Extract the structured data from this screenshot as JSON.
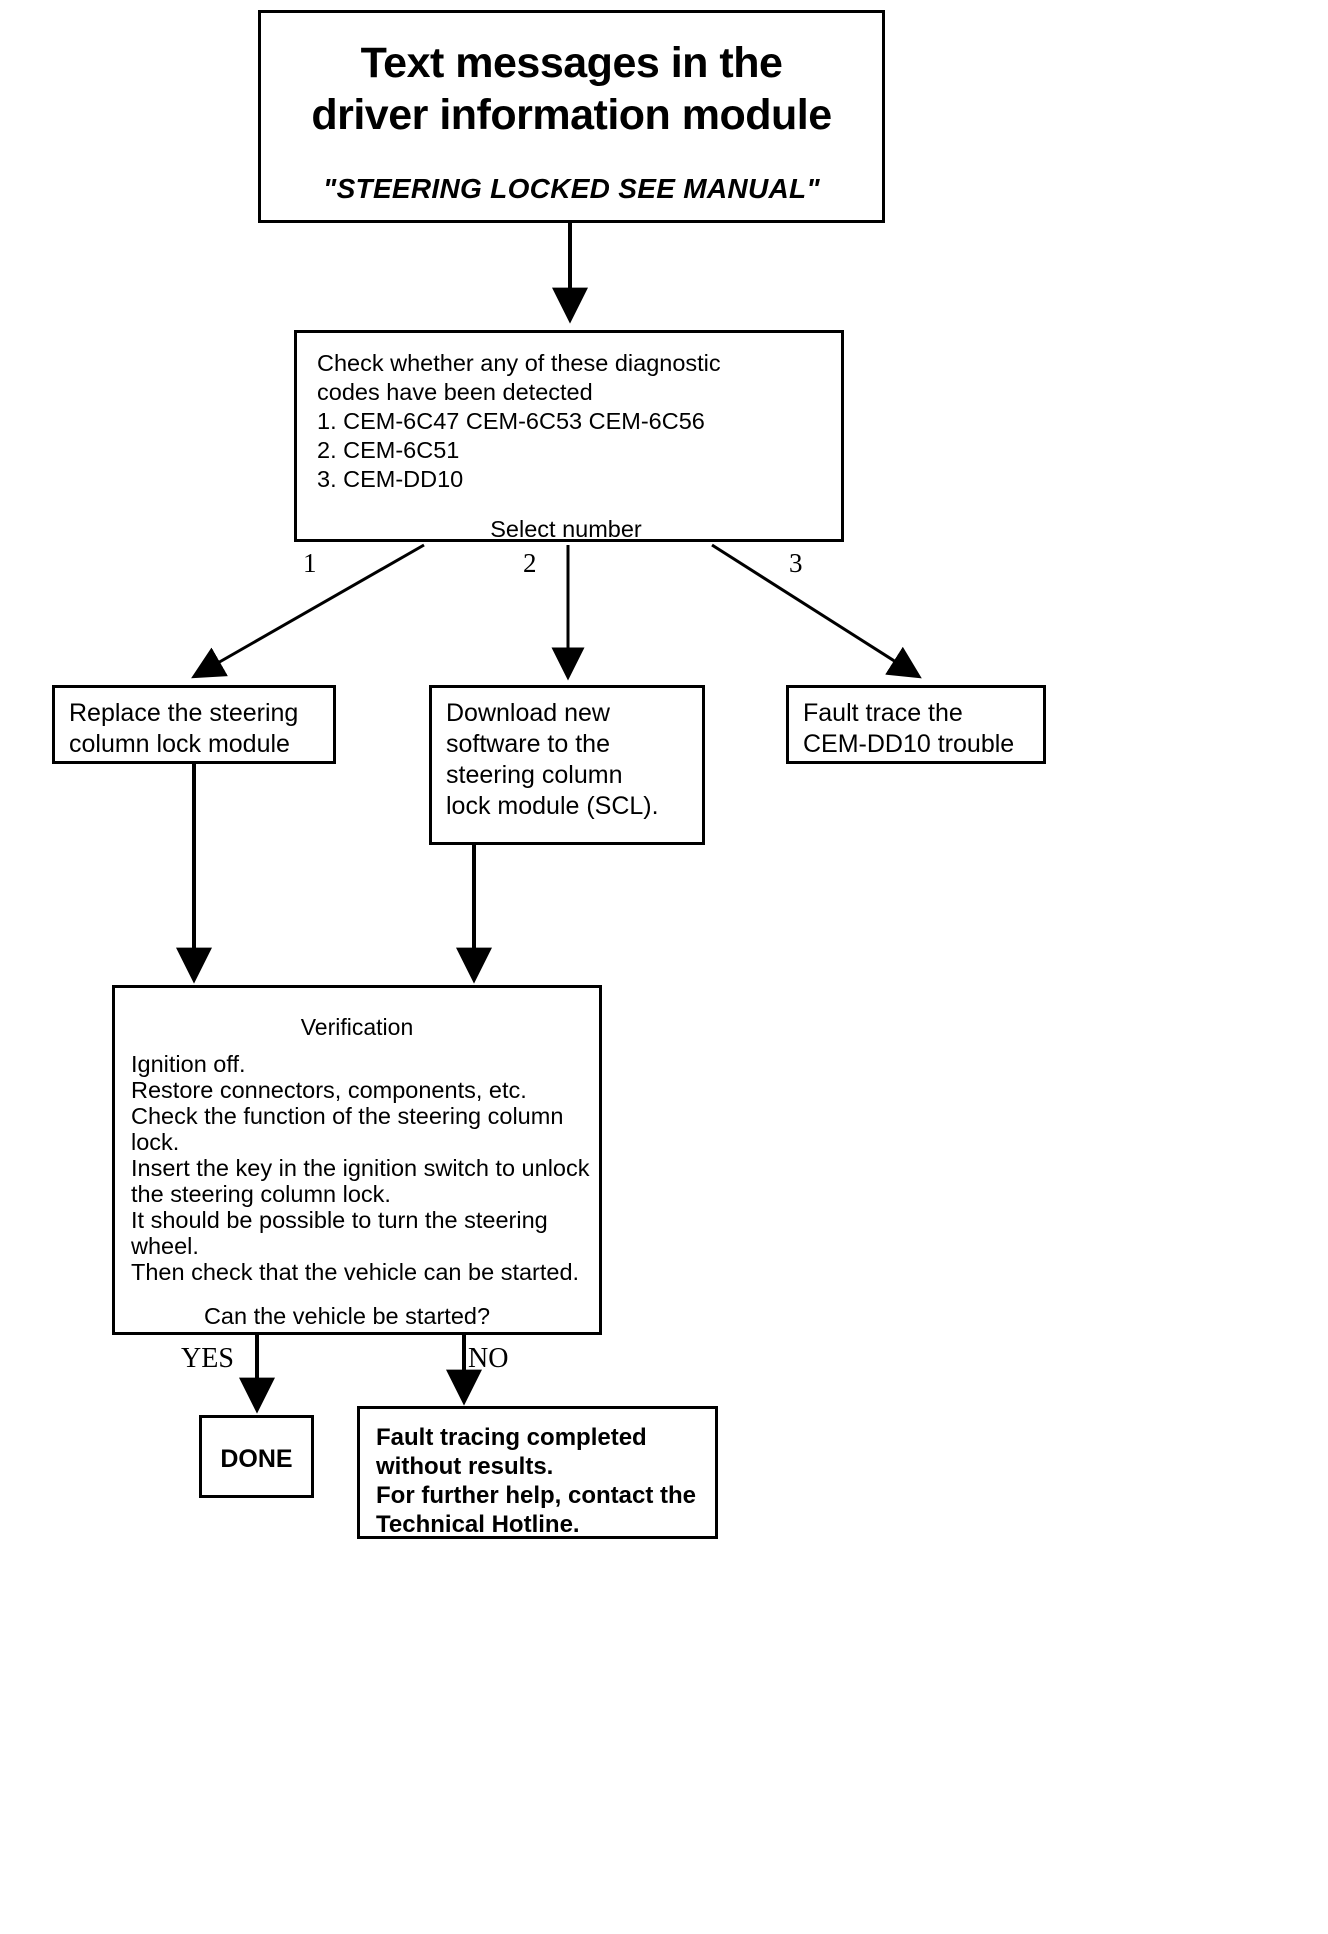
{
  "title_box": {
    "line1": "Text messages in the",
    "line2": "driver information module",
    "subtitle": "\"STEERING LOCKED SEE MANUAL\""
  },
  "diagnostic_box": {
    "body": "Check whether any of these diagnostic\ncodes have been detected\n1. CEM-6C47 CEM-6C53 CEM-6C56\n2. CEM-6C51\n3. CEM-DD10",
    "prompt": "Select number"
  },
  "branches": [
    {
      "label": "1"
    },
    {
      "label": "2"
    },
    {
      "label": "3"
    }
  ],
  "action_boxes": [
    {
      "text": "Replace the steering\ncolumn lock module"
    },
    {
      "text": "Download new\nsoftware to the\nsteering column\nlock module (SCL)."
    },
    {
      "text": "Fault trace the\nCEM-DD10 trouble"
    }
  ],
  "verification_box": {
    "heading": "Verification",
    "body": "Ignition off.\nRestore connectors, components, etc.\nCheck the function of the steering column\nlock.\nInsert the key in the ignition switch to unlock\nthe steering column lock.\nIt should be possible to turn the steering\nwheel.\nThen check that the vehicle can be started.",
    "question": "Can the vehicle be started?"
  },
  "decision_labels": {
    "yes": "YES",
    "no": "NO"
  },
  "terminal_boxes": {
    "done": "DONE",
    "hotline": "Fault tracing completed\nwithout results.\nFor further help, contact the\nTechnical Hotline."
  },
  "colors": {
    "stroke": "#000000",
    "background": "#ffffff",
    "text": "#000000"
  }
}
